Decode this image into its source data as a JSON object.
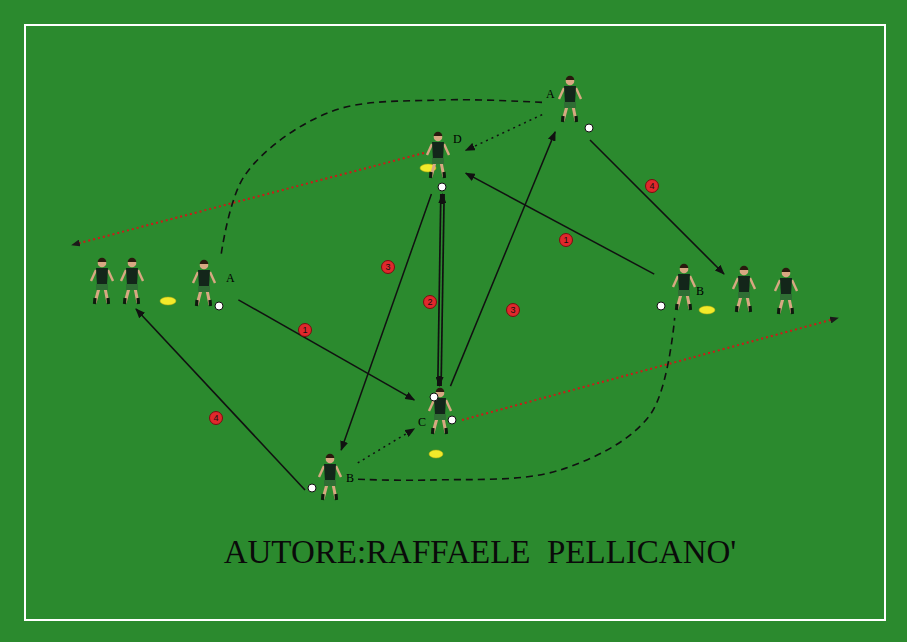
{
  "diagram": {
    "caption": "AUTORE:RAFFAELE  PELLICANO'",
    "nodes": [
      {
        "text": [
          "A"
        ]
      },
      {
        "text": [
          "D"
        ]
      },
      {
        "text": [
          "A"
        ]
      },
      {
        "text": [
          "B"
        ]
      },
      {
        "text": [
          "C"
        ]
      },
      {
        "text": [
          "B"
        ]
      }
    ],
    "edges": [
      {
        "from": 2,
        "to": 4,
        "arrow": "to",
        "label": "1"
      },
      {
        "from": 3,
        "to": 1,
        "arrow": "to",
        "label": "1"
      },
      {
        "from": 1,
        "to": 4,
        "arrow": "both",
        "label": "2"
      },
      {
        "from": 1,
        "to": 5,
        "arrow": "to",
        "label": "3"
      },
      {
        "from": 4,
        "to": 0,
        "arrow": "to",
        "label": "3"
      },
      {
        "from": 0,
        "to": 1,
        "arrow": "to"
      },
      {
        "from": 5,
        "to": 4,
        "arrow": "to"
      },
      {
        "from": 0,
        "to": 2,
        "arrow": "none"
      },
      {
        "from": 5,
        "to": 3,
        "arrow": "none"
      }
    ],
    "labels": [
      "4",
      "4"
    ]
  }
}
